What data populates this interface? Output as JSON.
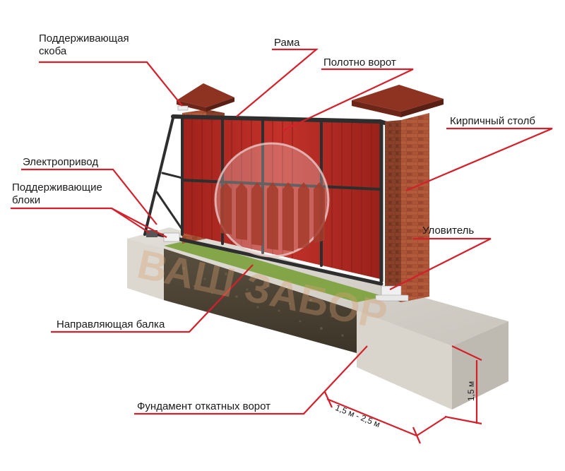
{
  "labels": {
    "bracket_line1": "Поддерживающая",
    "bracket_line2": "скоба",
    "frame": "Рама",
    "gate_leaf": "Полотно ворот",
    "brick_pillar": "Кирпичный столб",
    "electric_drive": "Электропривод",
    "support_blocks_line1": "Поддерживающие",
    "support_blocks_line2": "блоки",
    "catcher": "Уловитель",
    "guide_beam": "Направляющая балка",
    "foundation": "Фундамент откатных ворот"
  },
  "dimensions": {
    "width": "1,5 м - 2,5 м",
    "depth": "1,5 м"
  },
  "watermark": "ВАШ ЗАБОР",
  "colors": {
    "leader": "#d4202a",
    "sheet": "#b52a22",
    "frame": "#2e2e2e",
    "brick": "#9c4a32",
    "roof": "#8e3322",
    "concrete": "#d6d3cc",
    "soil": "#4a4236",
    "grass": "#7aa03a"
  }
}
